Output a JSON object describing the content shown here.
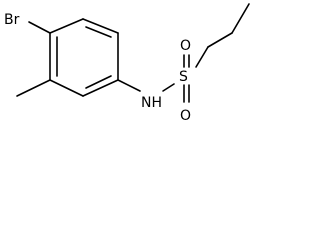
{
  "molecule": {
    "atoms": {
      "bromine": "Br",
      "nitrogen_hydrogen": "NH",
      "sulfur": "S",
      "oxygen_top": "O",
      "oxygen_bottom": "O"
    },
    "colors": {
      "bond": "#000000",
      "text": "#000000",
      "background": "#ffffff"
    }
  }
}
